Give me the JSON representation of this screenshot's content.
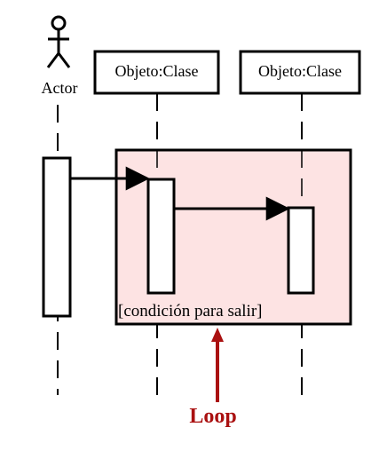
{
  "actor": {
    "label": "Actor"
  },
  "objects": [
    {
      "label": "Objeto:Clase"
    },
    {
      "label": "Objeto:Clase"
    }
  ],
  "loop_frame": {
    "guard": "[condición para salir]",
    "fill_color": "#fde3e3"
  },
  "callout": {
    "label": "Loop",
    "color": "#aa1111"
  }
}
